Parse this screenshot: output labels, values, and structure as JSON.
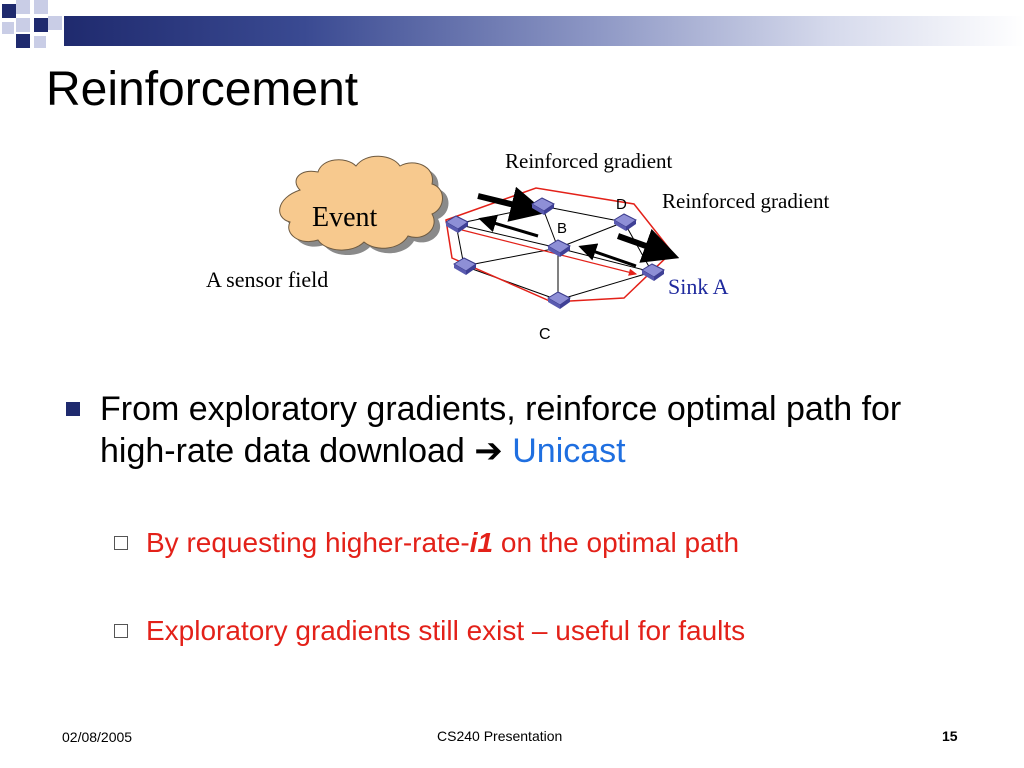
{
  "slide": {
    "title": "Reinforcement",
    "diagram": {
      "label_reinforced_top": "Reinforced gradient",
      "label_reinforced_right": "Reinforced gradient",
      "event_label": "Event",
      "sensor_field_label": "A sensor field",
      "sink_label": "Sink A",
      "node_b": "B",
      "node_c": "C",
      "node_d": "D"
    },
    "bullets": {
      "main_text": "From exploratory gradients, reinforce optimal path for high-rate data download",
      "main_arrow": "➔",
      "main_accent": "Unicast",
      "sub1_prefix": "By requesting higher-rate-",
      "sub1_emph": "i1",
      "sub1_suffix": " on the optimal path",
      "sub2_text": "Exploratory gradients still exist – useful for faults"
    },
    "footer": {
      "date": "02/08/2005",
      "center": "CS240 Presentation",
      "page": "15"
    }
  },
  "colors": {
    "navy": "#1f2a6e",
    "accent_blue": "#1f6fe0",
    "red": "#e32119",
    "cloud": "#f7c98e",
    "node": "#8e8fd6"
  }
}
